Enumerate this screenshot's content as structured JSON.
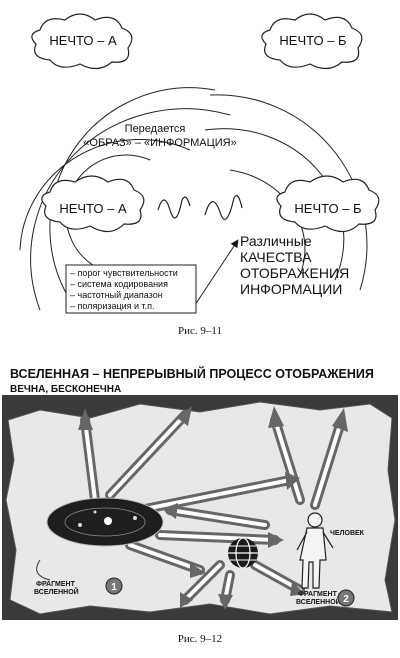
{
  "fig1": {
    "cloud_top_left": "НЕЧТО – А",
    "cloud_top_right": "НЕЧТО – Б",
    "transmitted_line1": "Передается",
    "transmitted_line2": "«ОБРАЗ» – «ИНФОРМАЦИЯ»",
    "cloud_mid_left": "НЕЧТО – А",
    "cloud_mid_right": "НЕЧТО – Б",
    "qualities": [
      "Различные",
      "КАЧЕСТВА",
      "ОТОБРАЖЕНИЯ",
      "ИНФОРМАЦИИ"
    ],
    "list": [
      "– порог чувствительности",
      "– система кодирования",
      "– частотный диапазон",
      "– поляризация и т.п."
    ],
    "caption": "Рис. 9–11"
  },
  "fig2": {
    "title": "ВСЕЛЕННАЯ – НЕПРЕРЫВНЫЙ ПРОЦЕСС ОТОБРАЖЕНИЯ",
    "subtitle": "ВЕЧНА, БЕСКОНЕЧНА",
    "human_label": "ЧЕЛОВЕК",
    "fragment_1_line1": "ФРАГМЕНТ",
    "fragment_1_line2": "ВСЕЛЕННОЙ",
    "fragment_1_num": "1",
    "fragment_2_line1": "ФРАГМЕНТ",
    "fragment_2_line2": "ВСЕЛЕННОЙ",
    "fragment_2_num": "2",
    "caption": "Рис. 9–12"
  }
}
